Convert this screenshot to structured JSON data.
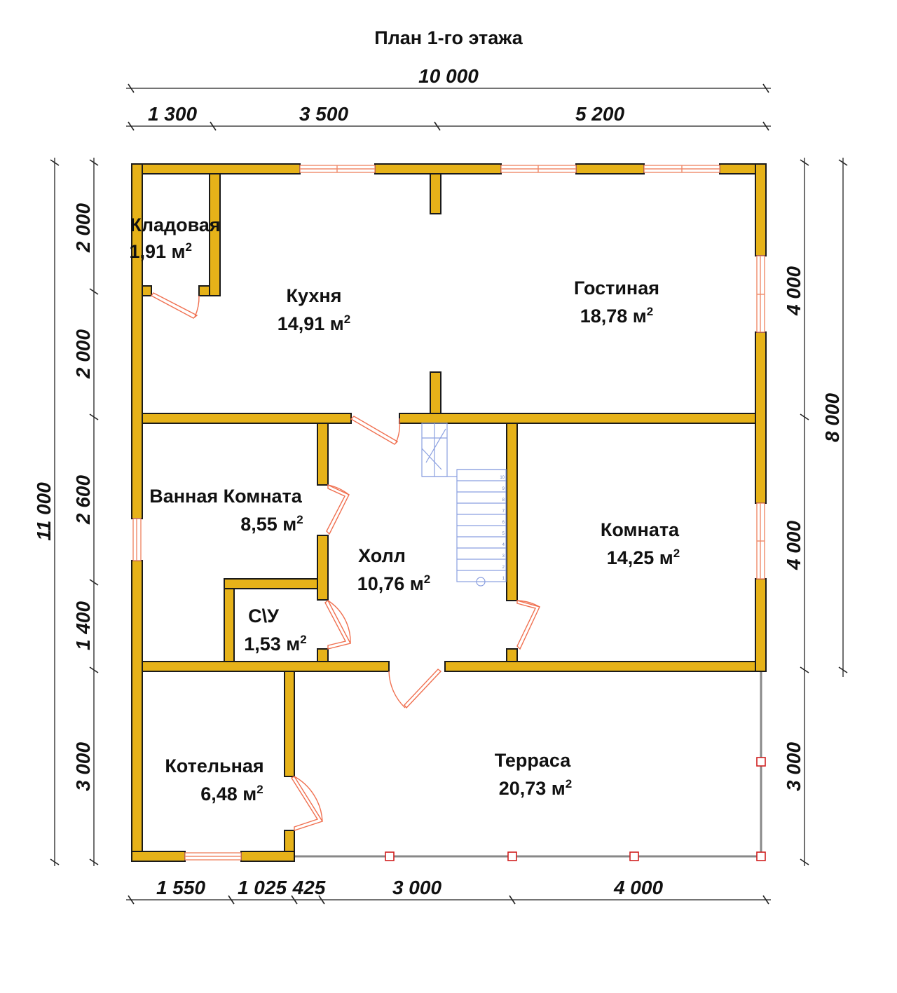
{
  "title": "План 1-го этажа",
  "colors": {
    "wall_fill": "#e6b219",
    "wall_stroke": "#1a1a1a",
    "window": "#f08a6a",
    "door": "#f07050",
    "stair": "#8a9fe0",
    "post": "#d02020"
  },
  "dimensions": {
    "top_total": "10 000",
    "top": [
      "1 300",
      "3 500",
      "5 200"
    ],
    "bottom": [
      "1 550",
      "1 025",
      "425",
      "3 000",
      "4 000"
    ],
    "left_total": "11 000",
    "left": [
      "2 000",
      "2 000",
      "2 600",
      "1 400",
      "3 000"
    ],
    "right_total": "8 000",
    "right": [
      "4 000",
      "4 000",
      "3 000"
    ]
  },
  "rooms": [
    {
      "name": "Кладовая",
      "area": "1,91 м",
      "unit_sup": "2"
    },
    {
      "name": "Кухня",
      "area": "14,91 м",
      "unit_sup": "2"
    },
    {
      "name": "Гостиная",
      "area": "18,78 м",
      "unit_sup": "2"
    },
    {
      "name": "Ванная Комната",
      "area": "8,55 м",
      "unit_sup": "2"
    },
    {
      "name": "Холл",
      "area": "10,76 м",
      "unit_sup": "2"
    },
    {
      "name": "Комната",
      "area": "14,25 м",
      "unit_sup": "2"
    },
    {
      "name": "С\\У",
      "area": "1,53 м",
      "unit_sup": "2"
    },
    {
      "name": "Котельная",
      "area": "6,48 м",
      "unit_sup": "2"
    },
    {
      "name": "Терраса",
      "area": "20,73 м",
      "unit_sup": "2"
    }
  ],
  "stair_steps": [
    "1",
    "2",
    "3",
    "4",
    "5",
    "6",
    "7",
    "8",
    "9",
    "10"
  ]
}
